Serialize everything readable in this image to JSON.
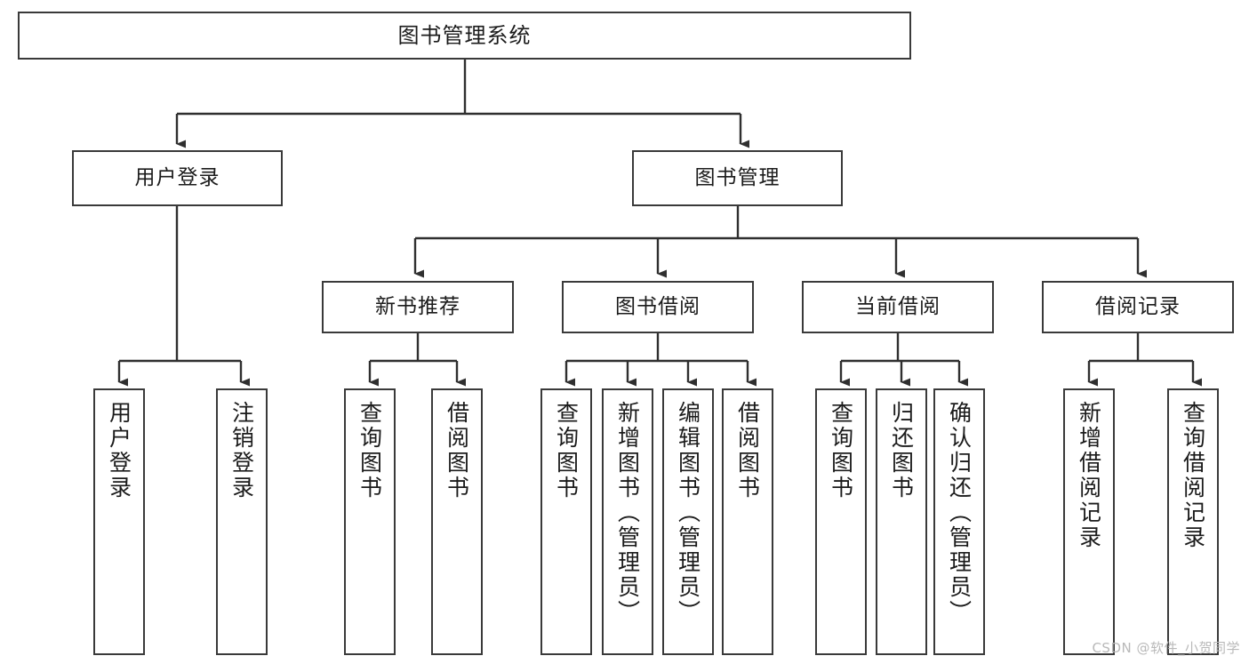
{
  "diagram": {
    "title": "图书管理系统",
    "type": "hierarchy-tree",
    "root": {
      "label": "图书管理系统"
    },
    "level2": [
      {
        "label": "用户登录"
      },
      {
        "label": "图书管理"
      }
    ],
    "level3": [
      {
        "label": "新书推荐"
      },
      {
        "label": "图书借阅"
      },
      {
        "label": "当前借阅"
      },
      {
        "label": "借阅记录"
      }
    ],
    "leaves": {
      "user_login": [
        {
          "label": "用户登录"
        },
        {
          "label": "注销登录"
        }
      ],
      "new_book_recommend": [
        {
          "label": "查询图书"
        },
        {
          "label": "借阅图书"
        }
      ],
      "book_borrow": [
        {
          "label": "查询图书"
        },
        {
          "label": "新增图书（管理员）"
        },
        {
          "label": "编辑图书（管理员）"
        },
        {
          "label": "借阅图书"
        }
      ],
      "current_borrow": [
        {
          "label": "查询图书"
        },
        {
          "label": "归还图书"
        },
        {
          "label": "确认归还（管理员）"
        }
      ],
      "borrow_record": [
        {
          "label": "新增借阅记录"
        },
        {
          "label": "查询借阅记录"
        }
      ]
    }
  },
  "watermark": {
    "text": "CSDN @软件_小贺同学"
  },
  "colors": {
    "border": "#3a3a3a",
    "text": "#1b1b1b",
    "background": "#ffffff",
    "watermark": "#b9b9b9"
  }
}
